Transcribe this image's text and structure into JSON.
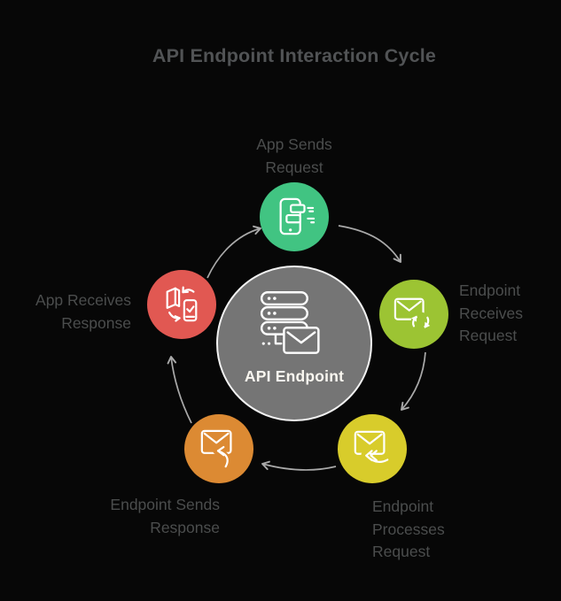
{
  "title": "API Endpoint Interaction Cycle",
  "colors": {
    "background": "#070707",
    "title_text": "#515355",
    "label_text": "#4b4d4d",
    "arrow": "#a9a9a9",
    "center_fill": "#757575",
    "center_border": "#f2f2f2",
    "icon_stroke": "#ffffff"
  },
  "center": {
    "label": "API Endpoint",
    "icon": "server-mail-icon",
    "color": "#757575"
  },
  "nodes": [
    {
      "label": "App Sends\nRequest",
      "color": "#41c482",
      "icon": "phone-message-icon"
    },
    {
      "label": "Endpoint\nReceives\nRequest",
      "color": "#9cc433",
      "icon": "mail-sync-icon"
    },
    {
      "label": "Endpoint\nProcesses\nRequest",
      "color": "#d8cc2b",
      "icon": "mail-processing-icon"
    },
    {
      "label": "Endpoint Sends\nResponse",
      "color": "#dc8a33",
      "icon": "mail-reply-icon"
    },
    {
      "label": "App Receives\nResponse",
      "color": "#e15852",
      "icon": "device-sync-icon"
    }
  ]
}
